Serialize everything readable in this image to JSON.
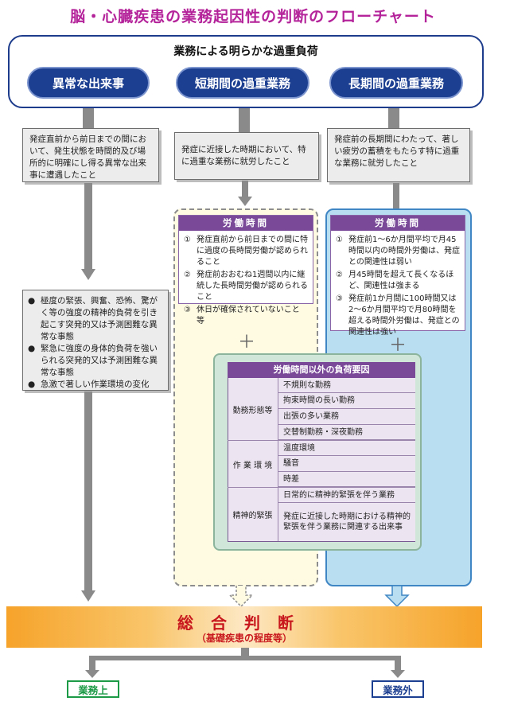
{
  "title": "脳・心臓疾患の業務起因性の判断のフローチャート",
  "top_frame": {
    "label": "業務による明らかな過重負荷"
  },
  "categories": [
    {
      "label": "異常な出来事"
    },
    {
      "label": "短期間の過重業務"
    },
    {
      "label": "長期間の過重業務"
    }
  ],
  "definitions": [
    "発症直前から前日までの間において、発生状態を時間的及び場所的に明確にし得る異常な出来事に遭遇したこと",
    "発症に近接した時期において、特に過重な業務に就労したこと",
    "発症前の長期間にわたって、著しい疲労の蓄積をもたらす特に過重な業務に就労したこと"
  ],
  "abnormal_events": [
    {
      "bullet": "●",
      "text": "極度の緊張、興奮、恐怖、驚がく等の強度の精神的負荷を引き起こす突発的又は予測困難な異常な事態"
    },
    {
      "bullet": "●",
      "text": "緊急に強度の身体的負荷を強いられる突発的又は予測困難な異常な事態"
    },
    {
      "bullet": "●",
      "text": "急激で著しい作業環境の変化"
    }
  ],
  "short_term": {
    "header": "労働時間",
    "items": [
      {
        "num": "①",
        "text": "発症直前から前日までの間に特に過度の長時間労働が認められること"
      },
      {
        "num": "②",
        "text": "発症前おおむね1週間以内に継続した長時間労働が認められること"
      },
      {
        "num": "③",
        "text": "休日が確保されていないこと　等"
      }
    ]
  },
  "long_term": {
    "header": "労働時間",
    "items": [
      {
        "num": "①",
        "text": "発症前1～6か月間平均で月45時間以内の時間外労働は、発症との関連性は弱い"
      },
      {
        "num": "②",
        "text": "月45時間を超えて長くなるほど、関連性は強まる"
      },
      {
        "num": "③",
        "text": "発症前1か月間に100時間又は2～6か月間平均で月80時間を超える時間外労働は、発症との関連性は強い"
      }
    ]
  },
  "plus_sign": "＋",
  "other_factors": {
    "header": "労働時間以外の負荷要因",
    "groups": [
      {
        "category": "勤務形態等",
        "items": [
          "不規則な勤務",
          "拘束時間の長い勤務",
          "出張の多い業務",
          "交替制勤務・深夜勤務"
        ]
      },
      {
        "category": "作 業 環 境",
        "items": [
          "温度環境",
          "騒音",
          "時差"
        ]
      },
      {
        "category": "精神的緊張",
        "items": [
          "日常的に精神的緊張を伴う業務",
          "発症に近接した時期における精神的緊張を伴う業務に関連する出来事"
        ]
      }
    ]
  },
  "judgment": {
    "main": "総合判断",
    "sub": "（基礎疾患の程度等）"
  },
  "results": {
    "work_related": "業務上",
    "not_work_related": "業務外"
  },
  "colors": {
    "title": "#b4239a",
    "pill": "#1d3f91",
    "purple_header": "#7a4a99",
    "yellow_zone": "#fffbe3",
    "blue_zone": "#b9def1",
    "green_panel": "#cfe6d8",
    "judgment": "#f6a32a",
    "judgment_text": "#c8171d",
    "result_green": "#1c9a46",
    "result_navy": "#1d3f91"
  }
}
